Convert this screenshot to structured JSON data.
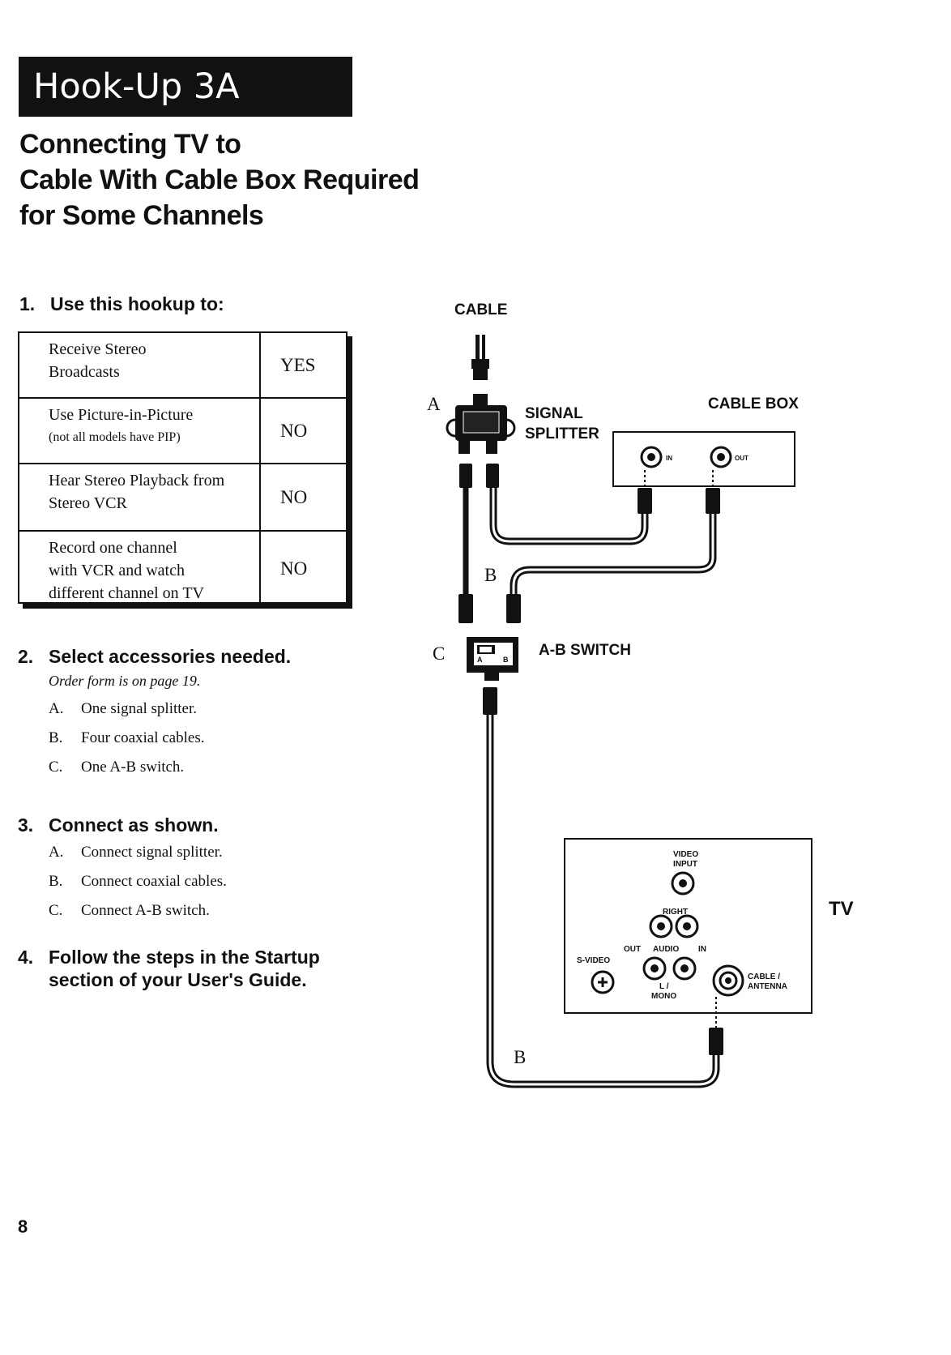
{
  "header": {
    "banner": "Hook-Up 3A",
    "title_lines": [
      "Connecting TV to",
      "Cable With Cable Box Required",
      "for Some Channels"
    ]
  },
  "steps": {
    "s1": {
      "num": "1.",
      "label": "Use this hookup to:"
    },
    "s2": {
      "num": "2.",
      "label": "Select accessories needed.",
      "note": "Order form is on page 19.",
      "items": [
        {
          "letter": "A.",
          "text": "One signal splitter."
        },
        {
          "letter": "B.",
          "text": "Four coaxial cables."
        },
        {
          "letter": "C.",
          "text": "One A-B switch."
        }
      ]
    },
    "s3": {
      "num": "3.",
      "label": "Connect as shown.",
      "items": [
        {
          "letter": "A.",
          "text": "Connect signal splitter."
        },
        {
          "letter": "B.",
          "text": "Connect coaxial cables."
        },
        {
          "letter": "C.",
          "text": "Connect A-B switch."
        }
      ]
    },
    "s4": {
      "num": "4.",
      "line1": "Follow the steps in the Startup",
      "line2": "section of your User's Guide."
    }
  },
  "use_table": [
    {
      "lines": [
        "Receive Stereo",
        "Broadcasts"
      ],
      "answer": "YES"
    },
    {
      "lines": [
        "Use Picture-in-Picture"
      ],
      "note": "(not all models have PIP)",
      "answer": "NO"
    },
    {
      "lines": [
        "Hear Stereo Playback from",
        "Stereo VCR"
      ],
      "answer": "NO"
    },
    {
      "lines": [
        "Record one channel",
        "with VCR and watch",
        "different channel on TV"
      ],
      "answer": "NO"
    }
  ],
  "diagram": {
    "cable": "CABLE",
    "signal": "SIGNAL",
    "splitter": "SPLITTER",
    "cable_box": "CABLE BOX",
    "ab_switch": "A-B SWITCH",
    "tv": "TV",
    "letter_a": "A",
    "letter_b": "B",
    "letter_c": "C",
    "box_in": "IN",
    "box_out": "OUT",
    "switch_a": "A",
    "switch_b": "B",
    "video": "VIDEO",
    "input": "INPUT",
    "right": "RIGHT",
    "out": "OUT",
    "audio": "AUDIO",
    "in": "IN",
    "svideo": "S-VIDEO",
    "l": "L /",
    "mono": "MONO",
    "cable_ant_1": "CABLE /",
    "cable_ant_2": "ANTENNA"
  },
  "page_number": "8"
}
